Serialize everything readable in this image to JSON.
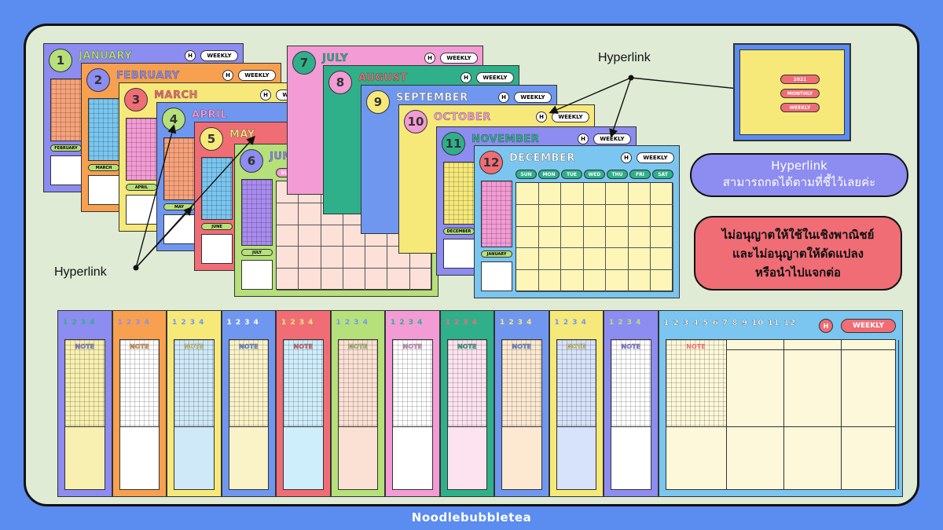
{
  "months": [
    {
      "num": "1",
      "name": "JANUARY",
      "bg": "#8d8cf0",
      "hdr": "#8d8cf0",
      "numbg": "#b6e07a",
      "txt": "#b6e07a",
      "side": "#f6a27a",
      "foot": "FEBRUARY"
    },
    {
      "num": "2",
      "name": "FEBRUARY",
      "bg": "#f7a04f",
      "hdr": "#f7a04f",
      "numbg": "#8d8cf0",
      "txt": "#8d8cf0",
      "side": "#7ac6f0",
      "foot": "MARCH"
    },
    {
      "num": "3",
      "name": "MARCH",
      "bg": "#f6e97a",
      "hdr": "#f6e97a",
      "numbg": "#f06d76",
      "txt": "#f06d76",
      "side": "#f39bd5",
      "foot": "APRIL"
    },
    {
      "num": "4",
      "name": "APRIL",
      "bg": "#6f97f0",
      "hdr": "#6f97f0",
      "numbg": "#b6e07a",
      "txt": "#f39bd5",
      "side": "#f6a27a",
      "foot": "MAY"
    },
    {
      "num": "5",
      "name": "MAY",
      "bg": "#f06d76",
      "hdr": "#f06d76",
      "numbg": "#f6e97a",
      "txt": "#f6e97a",
      "side": "#7ac6f0",
      "foot": "JUNE"
    },
    {
      "num": "6",
      "name": "JUNE",
      "bg": "#b6e07a",
      "hdr": "#b6e07a",
      "numbg": "#8d8cf0",
      "txt": "#8d8cf0",
      "side": "#a98cf0",
      "foot": "JULY"
    },
    {
      "num": "7",
      "name": "JULY",
      "bg": "#f39bd5",
      "hdr": "#f39bd5",
      "numbg": "#2fb08a",
      "txt": "#2fb08a"
    },
    {
      "num": "8",
      "name": "AUGUST",
      "bg": "#2fb08a",
      "hdr": "#2fb08a",
      "numbg": "#f39bd5",
      "txt": "#f06d76"
    },
    {
      "num": "9",
      "name": "SEPTEMBER",
      "bg": "#6f97f0",
      "hdr": "#6f97f0",
      "numbg": "#f6e97a",
      "txt": "#fff"
    },
    {
      "num": "10",
      "name": "OCTOBER",
      "bg": "#f6e97a",
      "hdr": "#f6e97a",
      "numbg": "#f39bd5",
      "txt": "#f39bd5"
    },
    {
      "num": "11",
      "name": "NOVEMBER",
      "bg": "#8d8cf0",
      "hdr": "#8d8cf0",
      "numbg": "#2fb08a",
      "txt": "#2fb08a",
      "side": "#f6e97a",
      "foot": "DECEMBER"
    },
    {
      "num": "12",
      "name": "DECEMBER",
      "bg": "#7ac6f0",
      "hdr": "#7ac6f0",
      "numbg": "#f06d76",
      "txt": "#fff",
      "side": "#f39bd5",
      "foot": "JANUARY"
    }
  ],
  "buttons": {
    "h": "H",
    "weekly": "WEEKLY"
  },
  "days": [
    "SUN",
    "MON",
    "TUE",
    "WED",
    "THU",
    "FRI",
    "SAT"
  ],
  "hyperlink_label": "Hyperlink",
  "info_pill": {
    "line1": "Hyperlink",
    "line2": "สามารถกดได้ตามที่ชี้ไว้เลยค่ะ"
  },
  "warning_pill": {
    "line1": "ไม่อนุญาตให้ใช้ในเชิงพาณิชย์",
    "line2": "และไม่อนุญาตให้ดัดแปลง",
    "line3": "หรือนำไปแจกต่อ"
  },
  "mini_menu": {
    "items": [
      "2021",
      "MONTHLY",
      "WEEKLY"
    ]
  },
  "strips": [
    {
      "bg": "#8d8cf0",
      "paper": "#f8f0b0",
      "lower": "#f8f0b0",
      "nums": "#2fb08a"
    },
    {
      "bg": "#f7a04f",
      "paper": "#fff",
      "lower": "#fff",
      "nums": "#8d8cf0"
    },
    {
      "bg": "#f6e97a",
      "paper": "#cfe9f8",
      "lower": "#cfe9f8",
      "nums": "#6f97f0"
    },
    {
      "bg": "#6f97f0",
      "paper": "#faf3c8",
      "lower": "#faf3c8",
      "nums": "#fff"
    },
    {
      "bg": "#f06d76",
      "paper": "#cfeefb",
      "lower": "#cfeefb",
      "nums": "#f6e97a"
    },
    {
      "bg": "#b6e07a",
      "paper": "#fbe1d4",
      "lower": "#fbe1d4",
      "nums": "#6f97f0"
    },
    {
      "bg": "#f39bd5",
      "paper": "#fff",
      "lower": "#fff",
      "nums": "#2fb08a"
    },
    {
      "bg": "#2fb08a",
      "paper": "#fde3ef",
      "lower": "#fde3ef",
      "nums": "#f06d76"
    },
    {
      "bg": "#6f97f0",
      "paper": "#fde9d2",
      "lower": "#fde9d2",
      "nums": "#f6e97a"
    },
    {
      "bg": "#f6e97a",
      "paper": "#d7e3fa",
      "lower": "#d7e3fa",
      "nums": "#6f97f0"
    },
    {
      "bg": "#8d8cf0",
      "paper": "#fff",
      "lower": "#fff",
      "nums": "#b6e07a"
    }
  ],
  "strip_nums": "1 2 3 4",
  "note_label": "NOTE",
  "wide_strip": {
    "nums": "1 2 3 4 5 6 7 8 9 10 11 12",
    "bg": "#7ac6f0",
    "paper": "#fdf8d9"
  },
  "footer": "Noodlebubbletea"
}
